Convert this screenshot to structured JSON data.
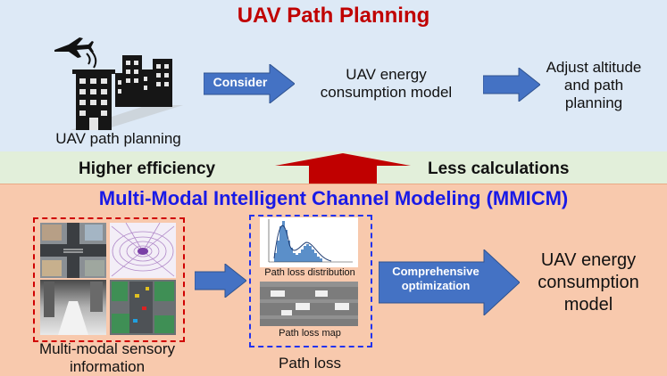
{
  "top_section": {
    "title": "UAV Path Planning",
    "icon": "uav-city-icon",
    "step1_label": "UAV path planning",
    "arrow_label": "Consider",
    "step2_label": "UAV energy consumption model",
    "step3_label": "Adjust altitude and path planning"
  },
  "middle_section": {
    "left_label": "Higher efficiency",
    "right_label": "Less calculations"
  },
  "bottom_section": {
    "title": "Multi-Modal Intelligent Channel Modeling (MMICM)",
    "sensory_label": "Multi-modal sensory information",
    "path_loss_distribution_label": "Path loss distribution",
    "path_loss_map_label": "Path loss map",
    "path_loss_label": "Path loss",
    "arrow_label": "Comprehensive optimization",
    "result_label": "UAV energy consumption model"
  },
  "colors": {
    "top_title": "#c00000",
    "bottom_title": "#1a1ae6",
    "arrow_blue": "#4472c4",
    "up_arrow": "#c00000",
    "dashed_red": "#d00000",
    "dashed_blue": "#2233ee"
  }
}
